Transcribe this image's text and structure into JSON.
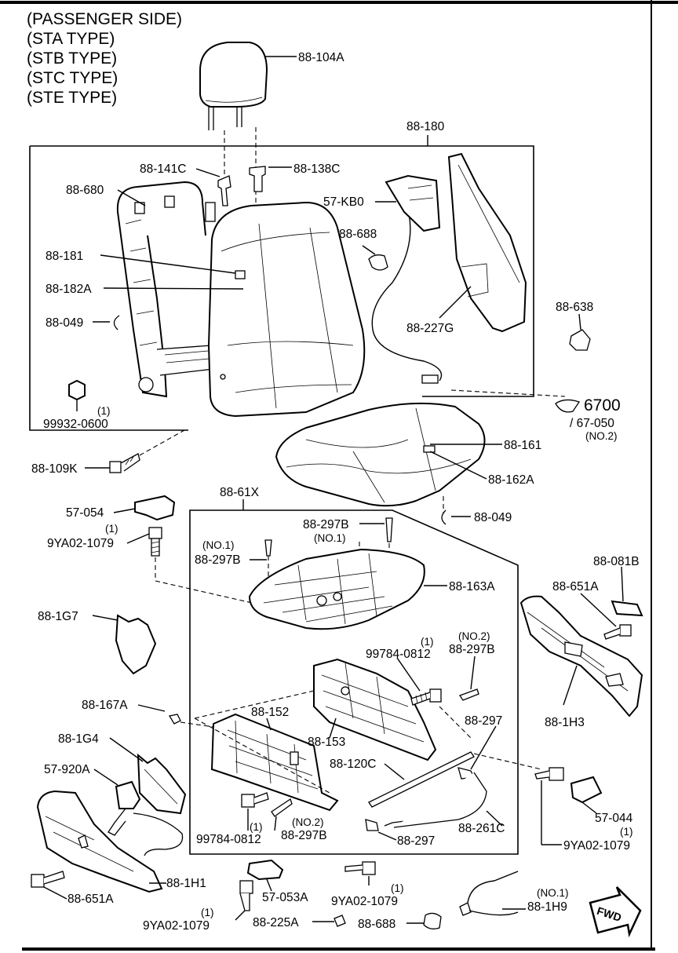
{
  "header": {
    "lines": [
      "(PASSENGER SIDE)",
      "(STA TYPE)",
      "(STB TYPE)",
      "(STC TYPE)",
      "(STE TYPE)"
    ]
  },
  "labels": {
    "headrest": "88-104A",
    "seatback_assembly": "88-180",
    "guide_141c": "88-141C",
    "guide_138c": "88-138C",
    "frame_680": "88-680",
    "harness_kb0": "57-KB0",
    "clip_688_top": "88-688",
    "part_181": "88-181",
    "part_182a": "88-182A",
    "clip_049_left": "88-049",
    "part_227g": "88-227G",
    "part_638": "88-638",
    "nut_99932_qty": "(1)",
    "nut_99932": "99932-0600",
    "ref_6700": "6700",
    "ref_67050": "/ 67-050",
    "ref_67050_note": "(NO.2)",
    "bolt_109k": "88-109K",
    "part_161": "88-161",
    "part_162a": "88-162A",
    "cushion_assembly": "88-61X",
    "cover_054": "57-054",
    "bolt_9ya_top_qty": "(1)",
    "bolt_9ya_top": "9YA02-1079",
    "clip_049_right": "88-049",
    "pin_297b_no1a_note": "(NO.1)",
    "pin_297b_no1a": "88-297B",
    "pin_297b_no1b": "88-297B",
    "pin_297b_no1b_note": "(NO.1)",
    "part_163a": "88-163A",
    "cap_081b": "88-081B",
    "bolt_651a_right": "88-651A",
    "part_1g7": "88-1G7",
    "bolt_99784_right_qty": "(1)",
    "bolt_99784_right": "99784-0812",
    "pin_297b_no2_note": "(NO.2)",
    "pin_297b_no2": "88-297B",
    "trim_1h3": "88-1H3",
    "clip_167a": "88-167A",
    "rail_152": "88-152",
    "rail_153": "88-153",
    "part_297": "88-297",
    "trim_1g4": "88-1G4",
    "rod_120c": "88-120C",
    "buckle_920a": "57-920A",
    "cover_044": "57-044",
    "bolt_99784_left": "99784-0812",
    "bolt_99784_left_qty": "(1)",
    "pin_297b_lower_note": "(NO.2)",
    "pin_297b_lower": "88-297B",
    "part_297_lower": "88-297",
    "link_261c": "88-261C",
    "bolt_9ya_right_qty": "(1)",
    "bolt_9ya_right": "9YA02-1079",
    "trim_1h1": "88-1H1",
    "bolt_651a_left": "88-651A",
    "bracket_053a": "57-053A",
    "bolt_9ya_center_qty": "(1)",
    "bolt_9ya_center": "9YA02-1079",
    "harness_1h9_note": "(NO.1)",
    "harness_1h9": "88-1H9",
    "bolt_9ya_bottom_qty": "(1)",
    "bolt_9ya_bottom": "9YA02-1079",
    "clip_225a": "88-225A",
    "clip_688_bottom": "88-688",
    "fwd_arrow": "FWD"
  }
}
